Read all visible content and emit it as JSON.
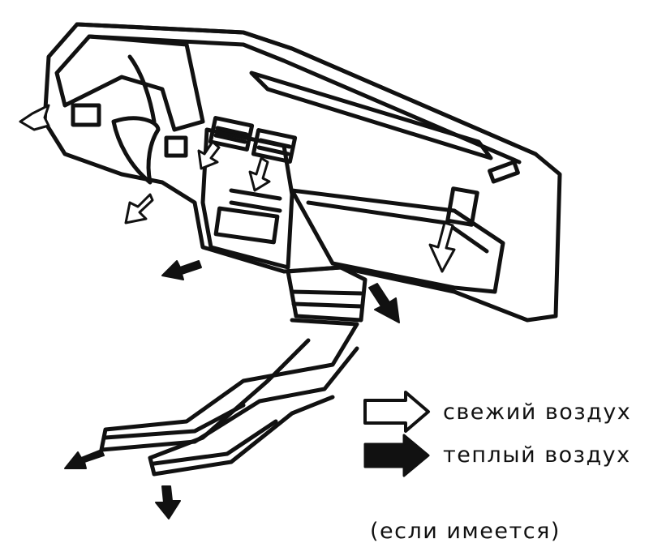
{
  "legend": {
    "fresh_air": {
      "label": "свежий воздух",
      "arrow_style": "outline"
    },
    "warm_air": {
      "label": "теплый воздух",
      "arrow_style": "solid"
    }
  },
  "footnote": "(если имеется)",
  "colors": {
    "ink": "#111111",
    "paper": "#ffffff"
  }
}
